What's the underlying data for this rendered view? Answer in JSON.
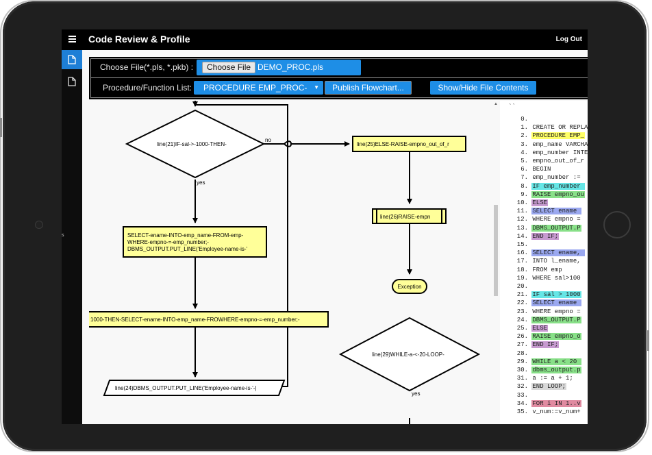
{
  "app": {
    "title": "Code Review & Profile",
    "logout": "Log Out",
    "side_cut_label": "s"
  },
  "toolbar": {
    "file_label": "Choose File(*.pls, *.pkb) :",
    "choose_button": "Choose File",
    "file_name": "DEMO_PROC.pls",
    "proc_label": "Procedure/Function List:",
    "proc_selected": "PROCEDURE EMP_PROC-",
    "publish_button": "Publish Flowchart...",
    "toggle_button": "Show/Hide File Contents"
  },
  "flowchart": {
    "decision1": "line(21)IF-sal->-1000-THEN-",
    "decision1_no": "no",
    "decision1_yes": "yes",
    "process_else": "line(25)ELSE-RAISE-empno_out_of_r",
    "process_select": [
      "SELECT-ename-INTO-emp_name-FROM-emp-",
      "WHERE-empno-=-emp_number;-",
      "DBMS_OUTPUT.PUT_LINE('Employee-name-is-'"
    ],
    "subprocess_raise": "line(26)RAISE-empn",
    "terminal_exception": "Exception",
    "process_long": "1000-THEN-SELECT-ename-INTO-emp_name-FROWHERE-empno-=-emp_number;-",
    "io_output": "line(24)DBMS_OUTPUT.PUT_LINE('Employee-name-is-'-|",
    "decision2": "line(29)WHILE-a-<-20-LOOP-",
    "decision2_yes": "yes"
  },
  "code": {
    "header": "``",
    "lines": [
      {
        "num": "0.",
        "text": "",
        "color": ""
      },
      {
        "num": "1.",
        "text": "CREATE OR REPLA",
        "color": ""
      },
      {
        "num": "2.",
        "text": "PROCEDURE EMP_",
        "color": "#ffff66"
      },
      {
        "num": "3.",
        "text": "emp_name VARCHA",
        "color": ""
      },
      {
        "num": "4.",
        "text": "emp_number INTE",
        "color": ""
      },
      {
        "num": "5.",
        "text": "empno_out_of_r",
        "color": ""
      },
      {
        "num": "6.",
        "text": "BEGIN",
        "color": ""
      },
      {
        "num": "7.",
        "text": "emp_number :=",
        "color": ""
      },
      {
        "num": "8.",
        "text": "IF emp_number ",
        "color": "#66e6e6"
      },
      {
        "num": "9.",
        "text": "RAISE empno_ou",
        "color": "#88e088"
      },
      {
        "num": "10.",
        "text": "ELSE",
        "color": "#c79ad0"
      },
      {
        "num": "11.",
        "text": "SELECT ename ",
        "color": "#9aa8f0"
      },
      {
        "num": "12.",
        "text": "WHERE empno =",
        "color": ""
      },
      {
        "num": "13.",
        "text": "DBMS_OUTPUT.P",
        "color": "#88e088"
      },
      {
        "num": "14.",
        "text": "END IF;",
        "color": "#c79ad0"
      },
      {
        "num": "15.",
        "text": "",
        "color": ""
      },
      {
        "num": "16.",
        "text": "SELECT ename, ",
        "color": "#9aa8f0"
      },
      {
        "num": "17.",
        "text": "INTO l_ename,",
        "color": ""
      },
      {
        "num": "18.",
        "text": "FROM emp",
        "color": ""
      },
      {
        "num": "19.",
        "text": "WHERE sal>100",
        "color": ""
      },
      {
        "num": "20.",
        "text": "",
        "color": ""
      },
      {
        "num": "21.",
        "text": "IF sal > 1000",
        "color": "#66e6e6"
      },
      {
        "num": "22.",
        "text": "SELECT ename ",
        "color": "#9aa8f0"
      },
      {
        "num": "23.",
        "text": "WHERE empno =",
        "color": ""
      },
      {
        "num": "24.",
        "text": "DBMS_OUTPUT.P",
        "color": "#88e088"
      },
      {
        "num": "25.",
        "text": "ELSE",
        "color": "#c79ad0"
      },
      {
        "num": "26.",
        "text": "RAISE empno_o",
        "color": "#88e088"
      },
      {
        "num": "27.",
        "text": "END IF;",
        "color": "#c79ad0"
      },
      {
        "num": "28.",
        "text": "",
        "color": ""
      },
      {
        "num": "29.",
        "text": "WHILE a < 20 ",
        "color": "#88e088"
      },
      {
        "num": "30.",
        "text": "dbms_output.p",
        "color": "#88e088"
      },
      {
        "num": "31.",
        "text": "a := a + 1;",
        "color": ""
      },
      {
        "num": "32.",
        "text": "END LOOP;",
        "color": "#d8d8d8"
      },
      {
        "num": "33.",
        "text": "",
        "color": ""
      },
      {
        "num": "34.",
        "text": "FOR i IN 1..v",
        "color": "#e08aa0"
      },
      {
        "num": "35.",
        "text": "v_num:=v_num+",
        "color": ""
      }
    ]
  },
  "colors": {
    "accent": "#1e8ee6",
    "flow_box": "#ffff99",
    "appbar": "#000000"
  }
}
